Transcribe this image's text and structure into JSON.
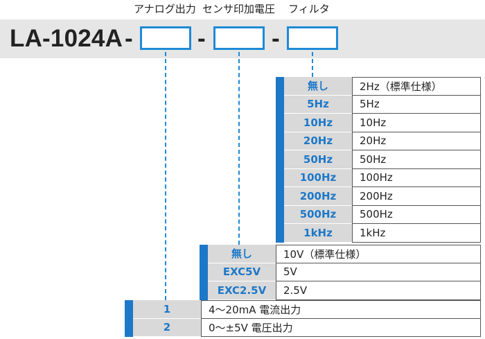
{
  "header": {
    "analog_output": "アナログ出力",
    "sensor_voltage": "センサ印加電圧",
    "filter": "フィルタ"
  },
  "model": {
    "number": "LA-1024A",
    "separator": "-"
  },
  "colors": {
    "accent": "#1e8ad6",
    "stripe": "#1e78c8",
    "code_bg": "#d9d9d9",
    "bar_bg": "#e6e6e6"
  },
  "filter_table": [
    {
      "code": "無し",
      "desc": "2Hz（標準仕様）"
    },
    {
      "code": "5Hz",
      "desc": "5Hz"
    },
    {
      "code": "10Hz",
      "desc": "10Hz"
    },
    {
      "code": "20Hz",
      "desc": "20Hz"
    },
    {
      "code": "50Hz",
      "desc": "50Hz"
    },
    {
      "code": "100Hz",
      "desc": "100Hz"
    },
    {
      "code": "200Hz",
      "desc": "200Hz"
    },
    {
      "code": "500Hz",
      "desc": "500Hz"
    },
    {
      "code": "1kHz",
      "desc": "1kHz"
    }
  ],
  "voltage_table": [
    {
      "code": "無し",
      "desc": "10V（標準仕様）"
    },
    {
      "code": "EXC5V",
      "desc": "5V"
    },
    {
      "code": "EXC2.5V",
      "desc": "2.5V"
    }
  ],
  "output_table": [
    {
      "code": "1",
      "desc": "4～20mA 電流出力"
    },
    {
      "code": "2",
      "desc": "0～±5V 電圧出力"
    }
  ]
}
